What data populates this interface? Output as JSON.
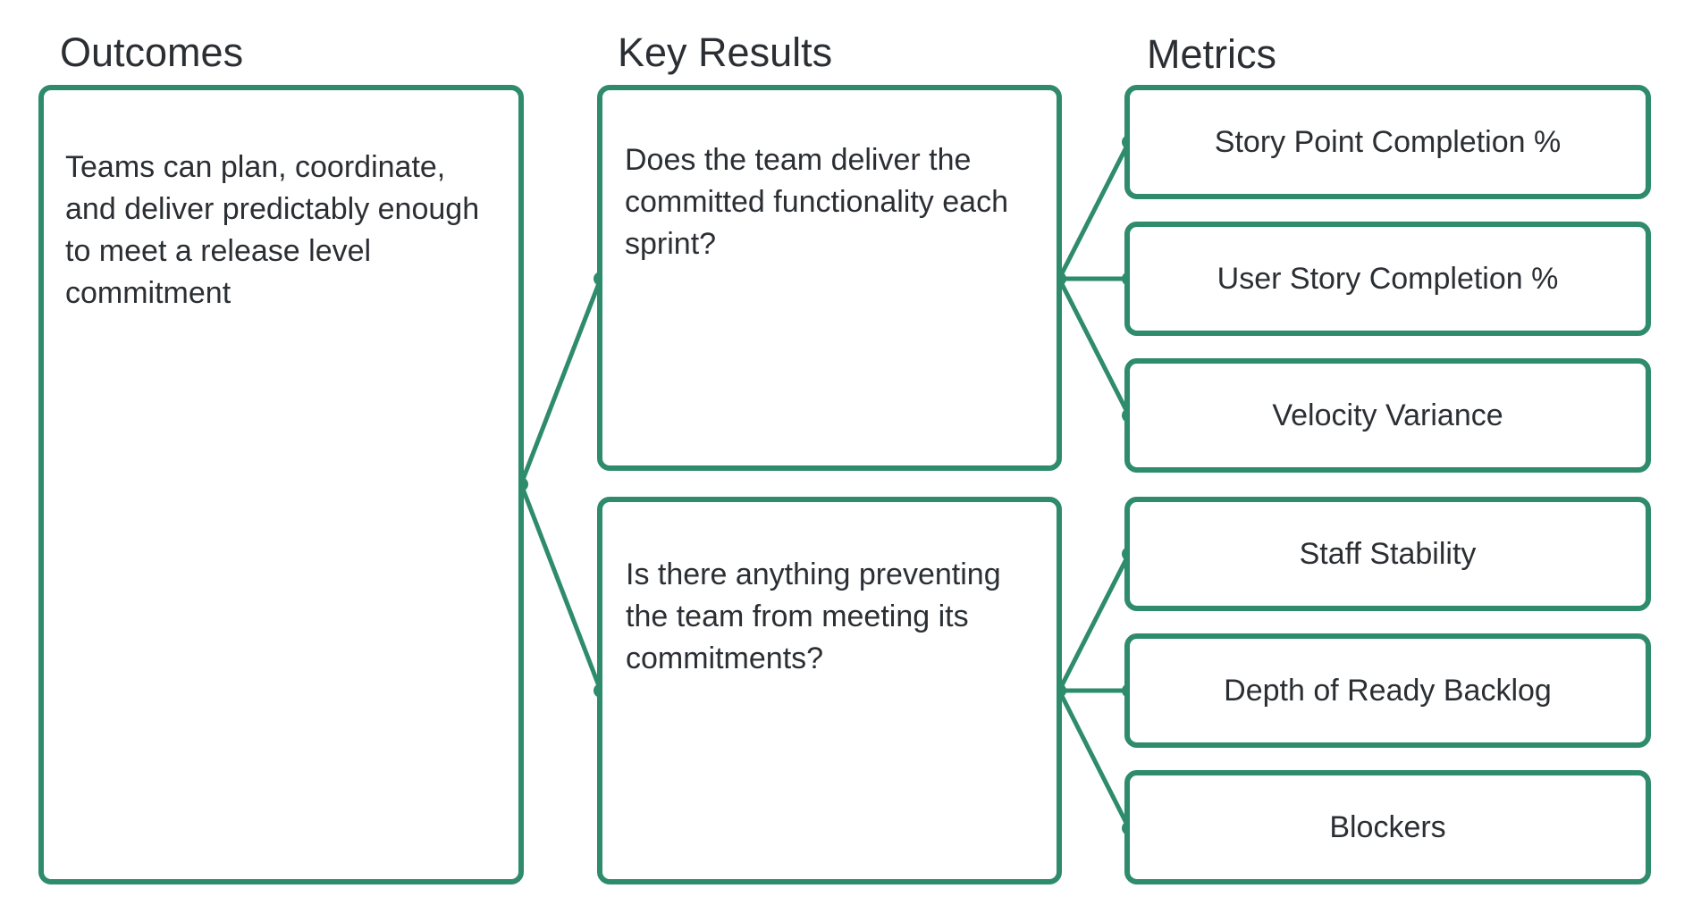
{
  "headings": {
    "outcomes": "Outcomes",
    "key_results": "Key Results",
    "metrics": "Metrics"
  },
  "outcome": {
    "text": "Teams can plan, coordinate, and deliver predictably enough to meet a release level commitment"
  },
  "key_results": [
    {
      "text": "Does the team deliver the committed functionality each sprint?"
    },
    {
      "text": "Is there anything preventing the team from meeting its commitments?"
    }
  ],
  "metrics": [
    {
      "label": "Story Point Completion %"
    },
    {
      "label": "User Story Completion %"
    },
    {
      "label": "Velocity Variance"
    },
    {
      "label": "Staff Stability"
    },
    {
      "label": "Depth of Ready Backlog"
    },
    {
      "label": "Blockers"
    }
  ],
  "colors": {
    "accent": "#2e8b6c",
    "text": "#2b2f33"
  }
}
